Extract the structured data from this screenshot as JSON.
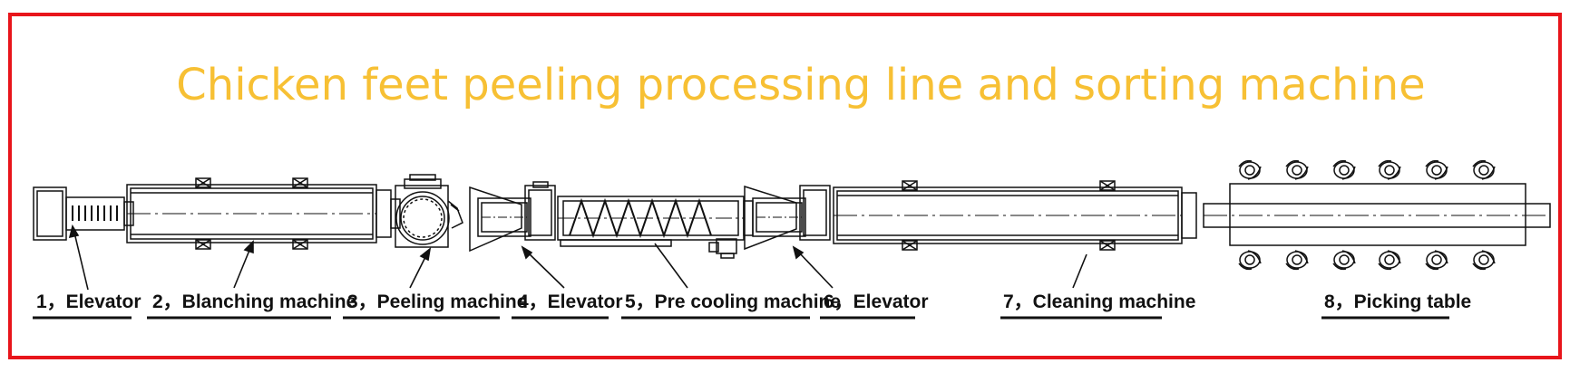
{
  "title": "Chicken feet peeling processing line and sorting machine",
  "colors": {
    "frame": "#e8151b",
    "title": "#f7c034",
    "line": "#111111"
  },
  "labels": [
    "1，Elevator",
    "2，Blanching machine",
    "3，Peeling machine",
    "4，Elevator",
    "5，Pre cooling machine",
    "6，Elevator",
    "7，Cleaning machine",
    "8，Picking table"
  ]
}
